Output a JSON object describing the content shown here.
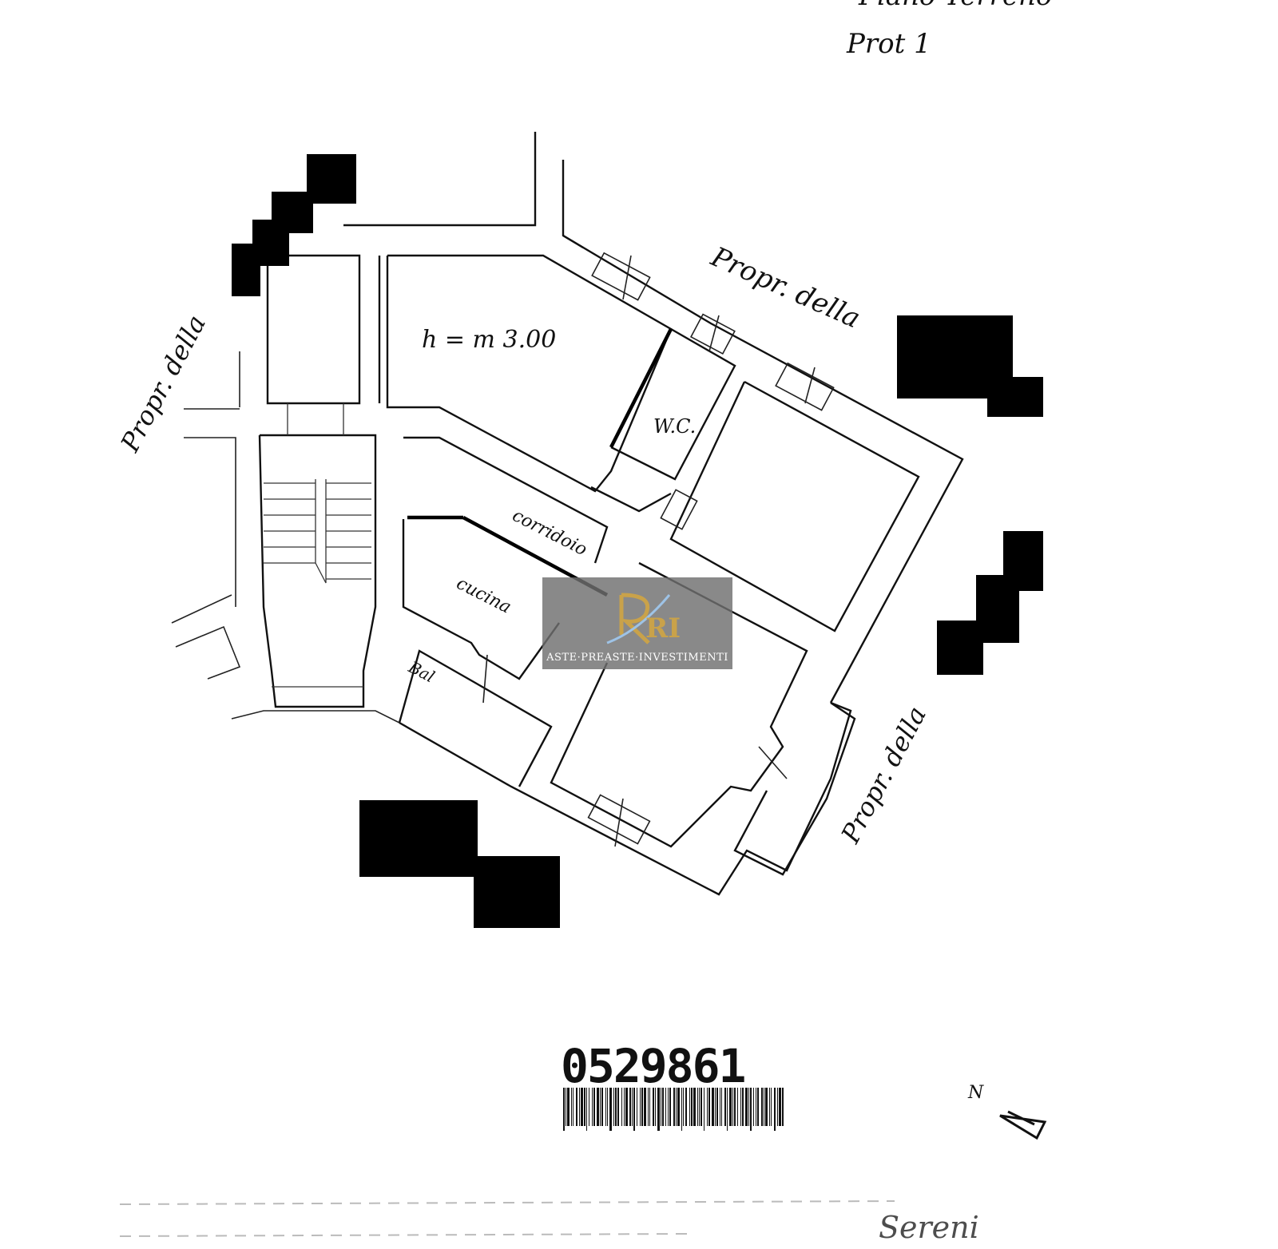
{
  "header": {
    "sheet_note_line1": "Piano Terreno",
    "sheet_note_line2": "Prot 1"
  },
  "rooms": {
    "height_label": "h = m 3.00",
    "wc_label": "W.C.",
    "corridor_label": "corridoio",
    "kitchen_label": "cucina",
    "balcony_label": "Bal"
  },
  "neighbors": {
    "left": "Propr. della",
    "top_right": "Propr. della",
    "right": "Propr. della"
  },
  "barcode": {
    "number": "0529861"
  },
  "north_arrow": {
    "label": "N"
  },
  "watermark": {
    "brand_text": "ASTE·PREASTE·INVESTIMENTI",
    "monogram": "RI"
  },
  "footer": {
    "signature_text": "Sereni"
  },
  "colors": {
    "ink": "#111111",
    "redaction": "#000000",
    "watermark_gold": "#c9a24a"
  }
}
